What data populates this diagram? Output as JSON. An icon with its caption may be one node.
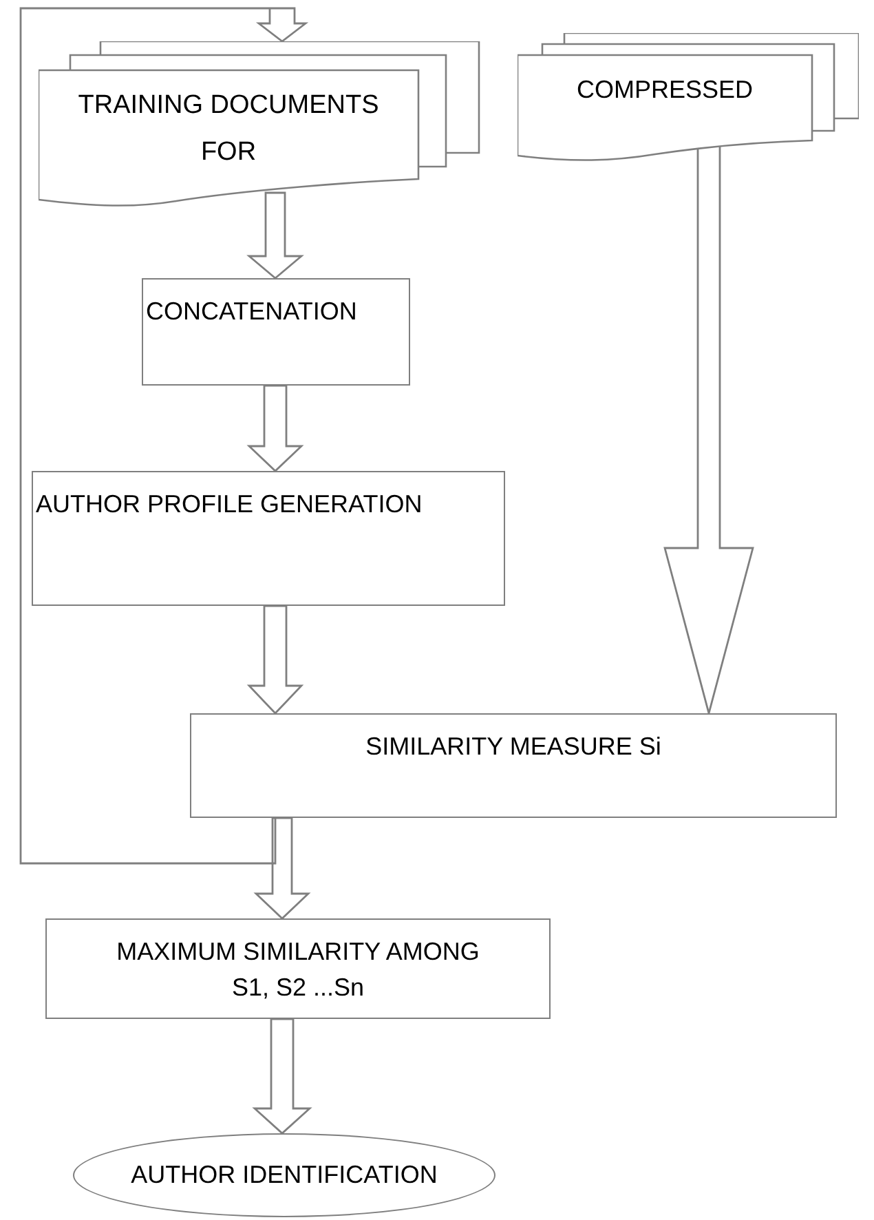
{
  "diagram": {
    "nodes": [
      {
        "text": [
          "TRAINING DOCUMENTS FOR"
        ]
      },
      {
        "text": [
          "COMPRESSED"
        ]
      },
      {
        "text": [
          "CONCATENATION"
        ]
      },
      {
        "text": [
          "AUTHOR PROFILE GENERATION"
        ]
      },
      {
        "text": [
          "SIMILARITY MEASURE Si"
        ]
      },
      {
        "text": [
          "MAXIMUM SIMILARITY AMONG",
          "S1, S2 ...Sn"
        ]
      },
      {
        "text": [
          "AUTHOR IDENTIFICATION"
        ]
      }
    ],
    "edges": [
      {
        "from": 0,
        "to": 2,
        "arrow": "to"
      },
      {
        "from": 2,
        "to": 3,
        "arrow": "to"
      },
      {
        "from": 3,
        "to": 4,
        "arrow": "to"
      },
      {
        "from": 1,
        "to": 4,
        "arrow": "to"
      },
      {
        "from": 4,
        "to": 5,
        "arrow": "to"
      },
      {
        "from": 5,
        "to": 6,
        "arrow": "to"
      },
      {
        "from": 4,
        "to": 0,
        "arrow": "to"
      }
    ]
  }
}
